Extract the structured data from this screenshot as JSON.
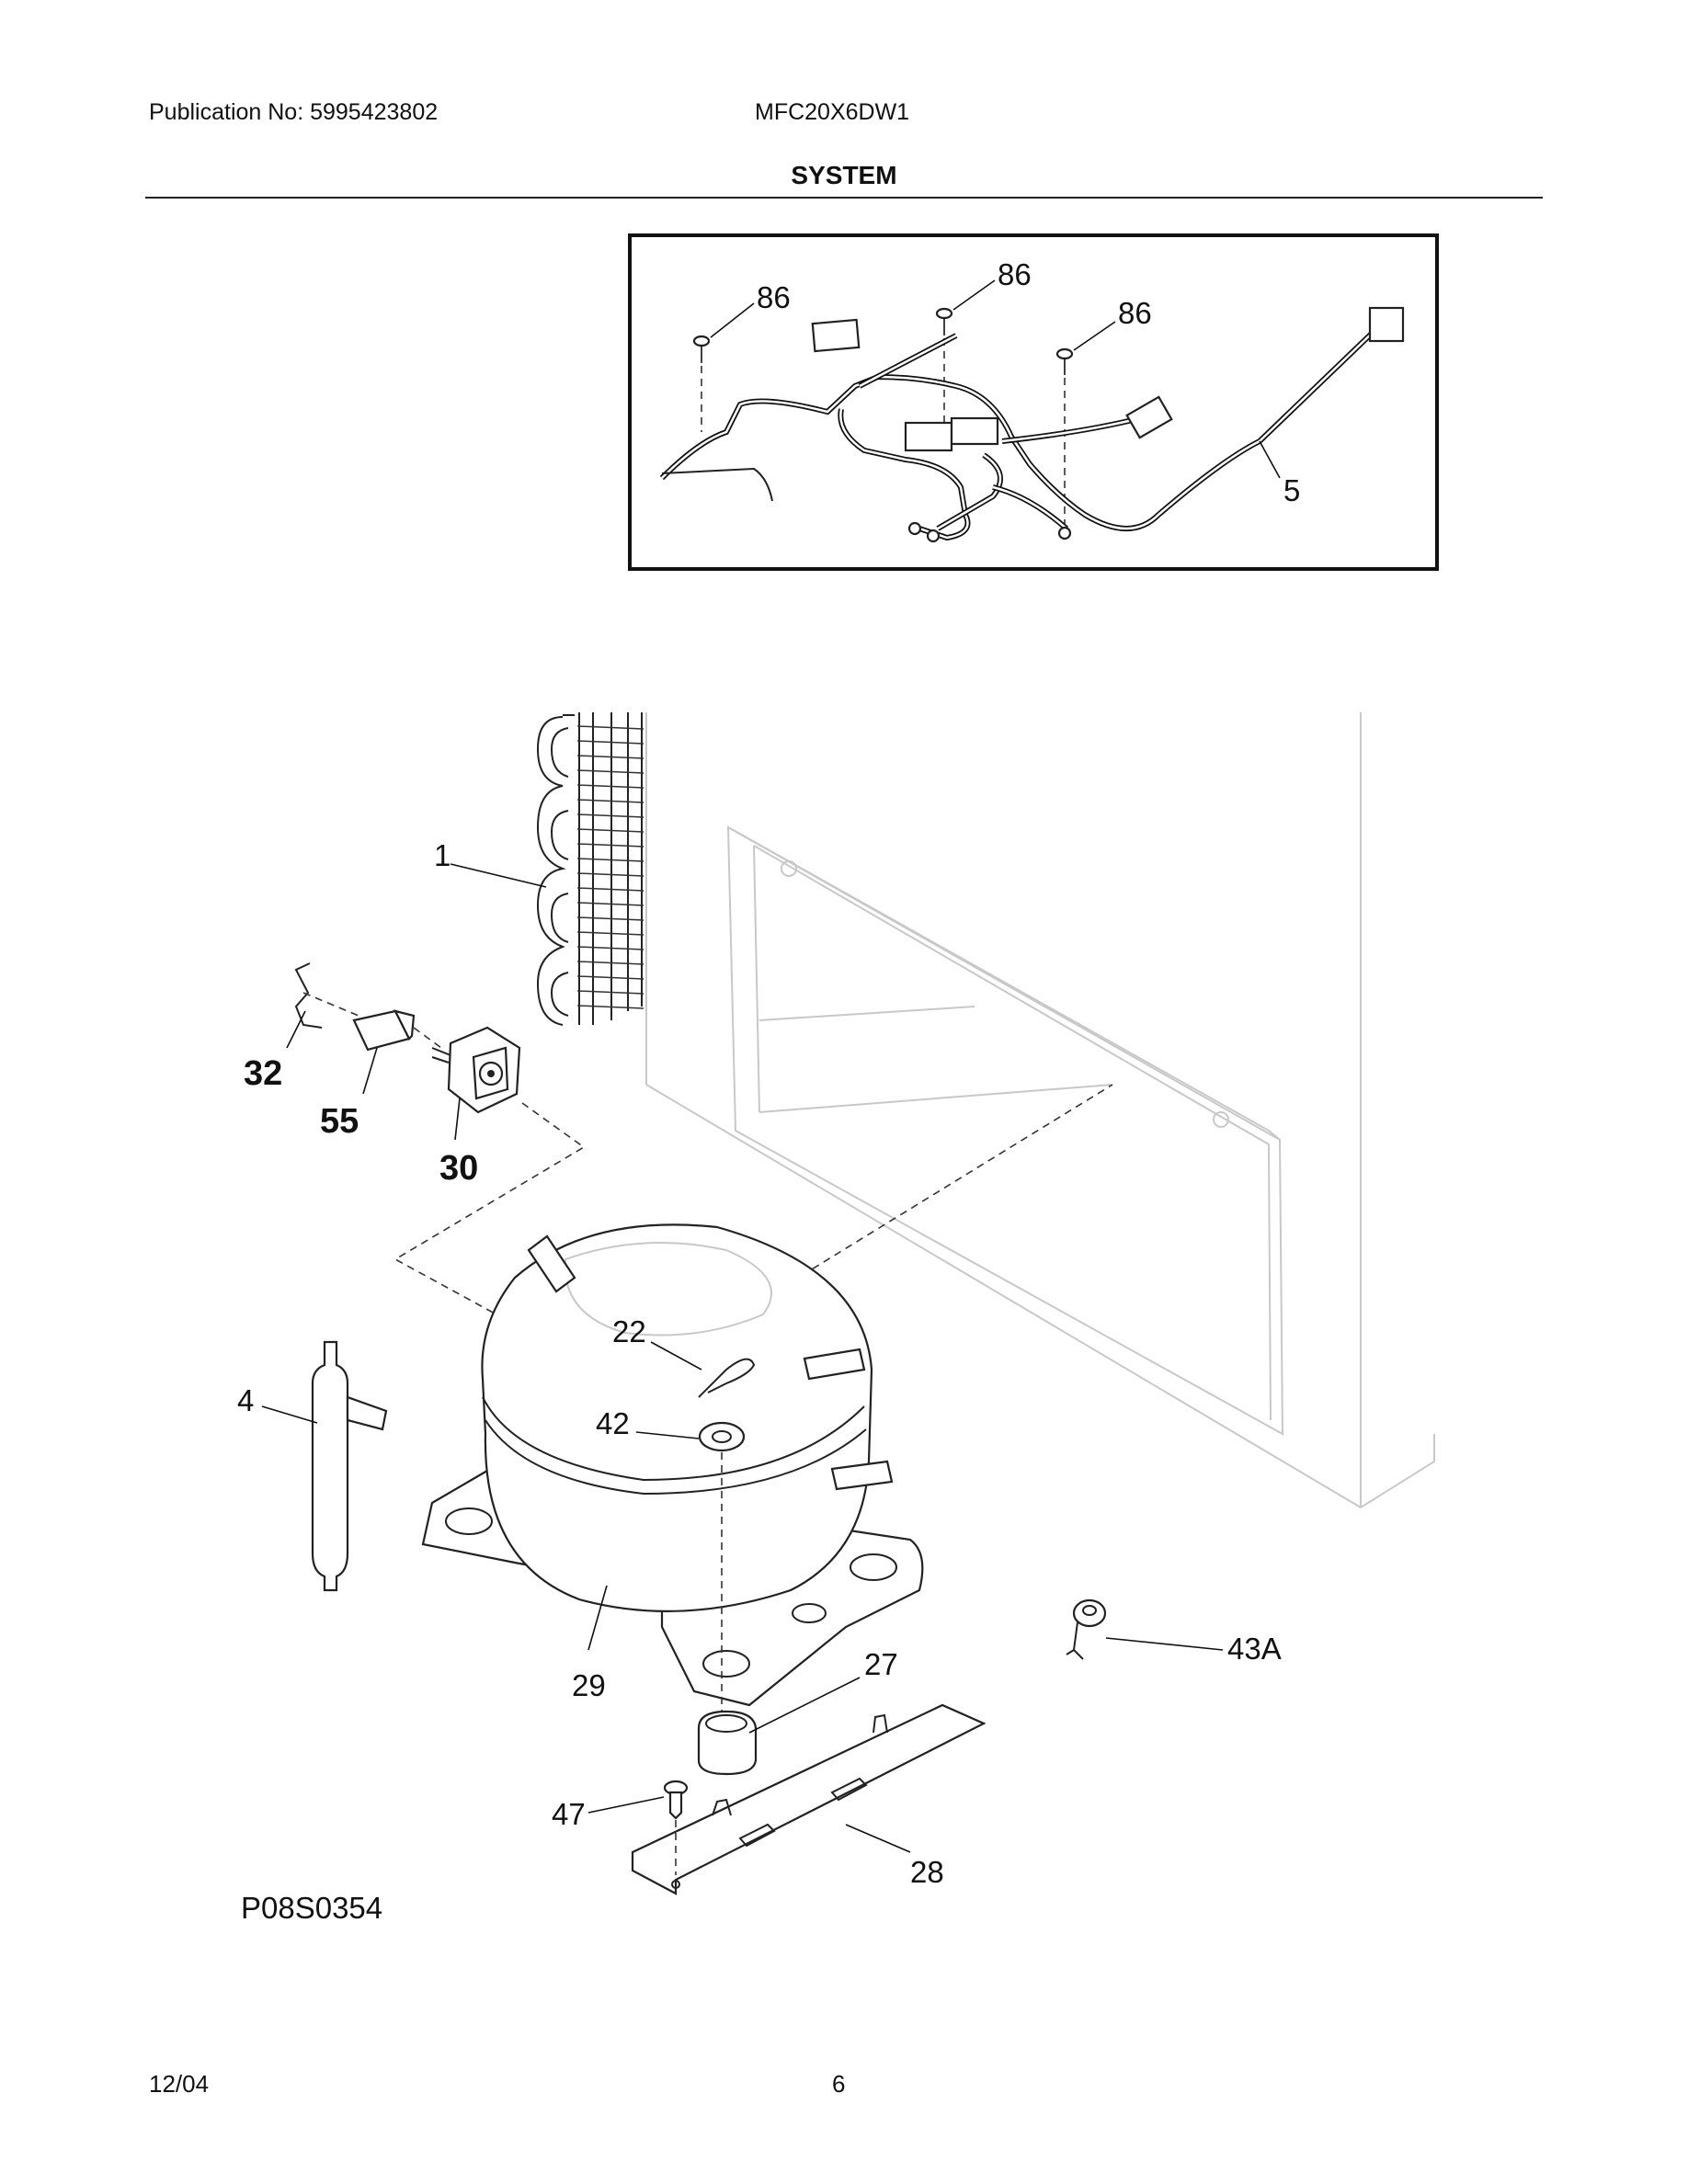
{
  "header": {
    "publication": "Publication No: 5995423802",
    "model": "MFC20X6DW1",
    "title": "SYSTEM"
  },
  "footer": {
    "date": "12/04",
    "page": "6"
  },
  "drawing_code": "P08S0354",
  "callouts": {
    "inset_screw_a": "86",
    "inset_screw_b": "86",
    "inset_screw_c": "86",
    "wire_harness": "5",
    "condenser": "1",
    "clip": "32",
    "overload": "55",
    "relay": "30",
    "dryer": "4",
    "clip_22": "22",
    "grommet": "42",
    "compressor": "29",
    "mount_grommet": "27",
    "bracket": "28",
    "screw_47": "47",
    "tie": "43A"
  }
}
